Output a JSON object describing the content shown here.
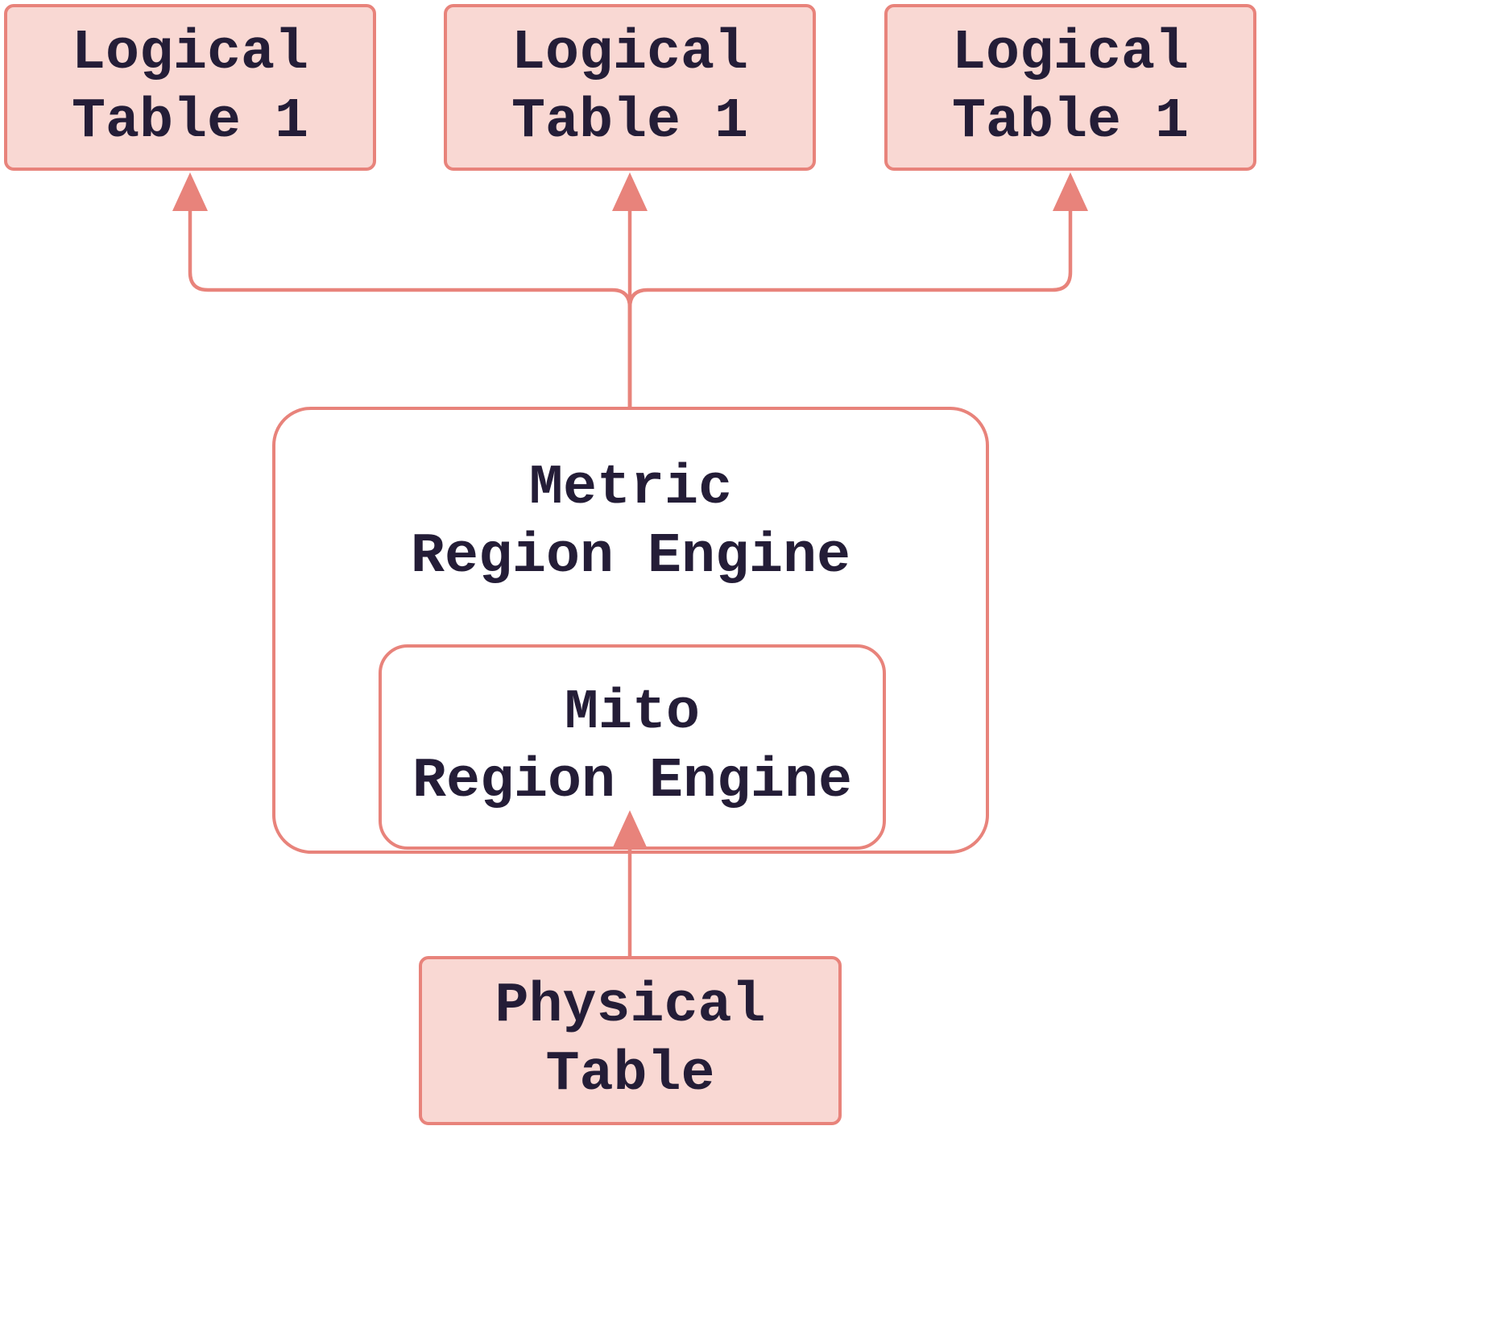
{
  "diagram": {
    "type": "flowchart",
    "colors": {
      "background": "#ffffff",
      "node_fill": "#f9d8d3",
      "stroke": "#e8837b",
      "text": "#241d37"
    },
    "nodes": {
      "logical_table_left": {
        "lines": [
          "Logical",
          "Table 1"
        ]
      },
      "logical_table_middle": {
        "lines": [
          "Logical",
          "Table 1"
        ]
      },
      "logical_table_right": {
        "lines": [
          "Logical",
          "Table 1"
        ]
      },
      "metric_region_engine": {
        "lines": [
          "Metric",
          "Region Engine"
        ]
      },
      "mito_region_engine": {
        "lines": [
          "Mito",
          "Region Engine"
        ]
      },
      "physical_table": {
        "lines": [
          "Physical",
          "Table"
        ]
      }
    },
    "edges": [
      {
        "from": "metric_region_engine",
        "to": "logical_table_left"
      },
      {
        "from": "metric_region_engine",
        "to": "logical_table_middle"
      },
      {
        "from": "metric_region_engine",
        "to": "logical_table_right"
      },
      {
        "from": "physical_table",
        "to": "mito_region_engine"
      }
    ]
  }
}
